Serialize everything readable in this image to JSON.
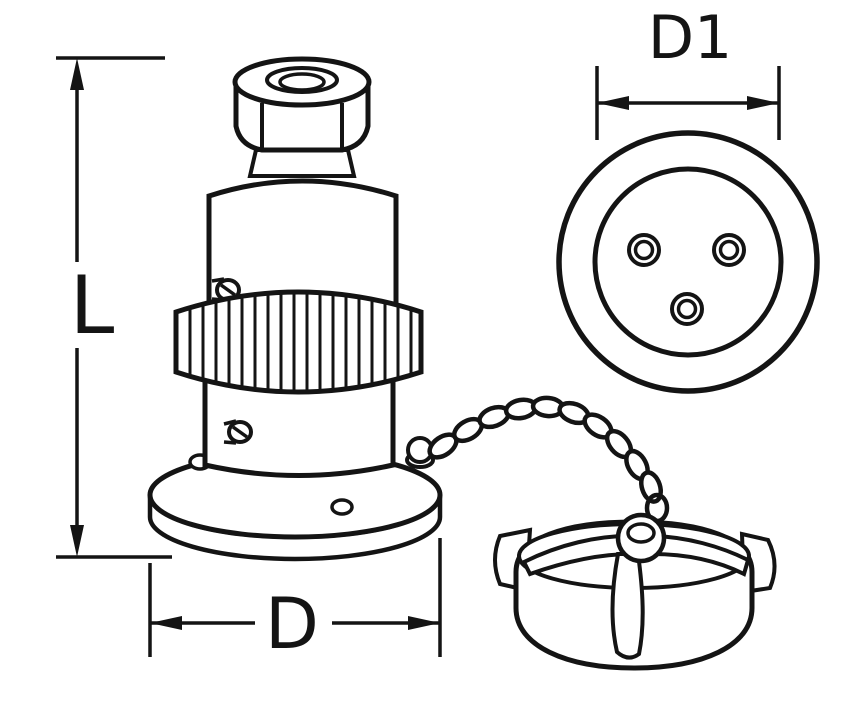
{
  "drawing": {
    "dimension_labels": {
      "L": "L",
      "D": "D",
      "D1": "D1"
    },
    "pin_count": 3,
    "colors": {
      "line": "#141414",
      "background": "#ffffff"
    }
  }
}
